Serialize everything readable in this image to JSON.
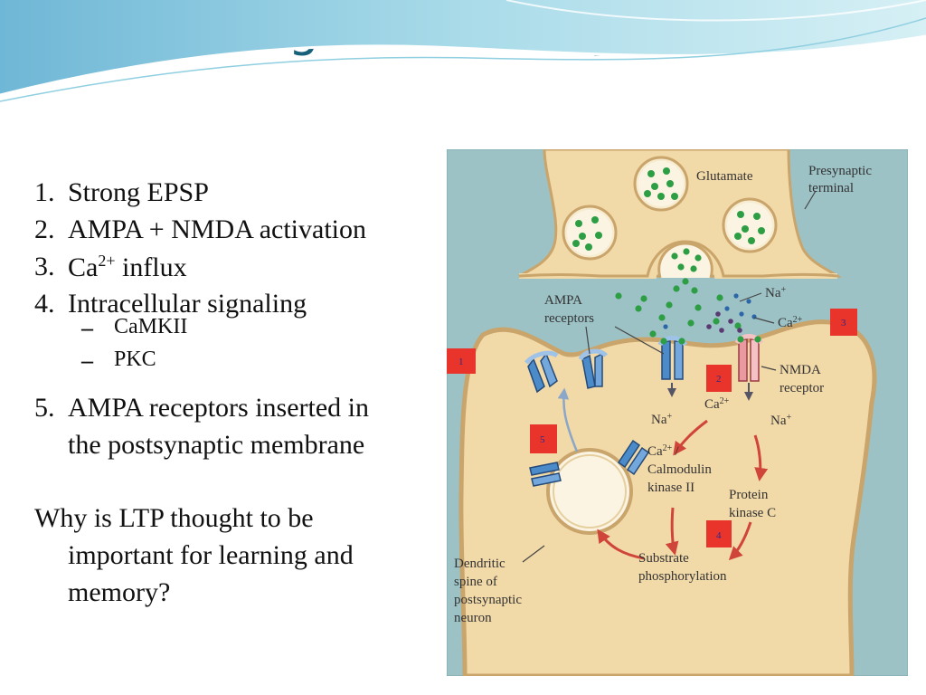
{
  "slide": {
    "title": "Dynamic Regulation of Synapses",
    "list": [
      {
        "num": "1.",
        "text": "Strong EPSP"
      },
      {
        "num": "2.",
        "text": "AMPA + NMDA activation"
      },
      {
        "num": "3.",
        "text_pre": "Ca",
        "sup": "2+",
        "text_post": " influx"
      },
      {
        "num": "4.",
        "text": "Intracellular signaling"
      }
    ],
    "sublist": [
      {
        "dash": "–",
        "text": "CaMKII"
      },
      {
        "dash": "–",
        "text": "PKC"
      }
    ],
    "item5": {
      "num": "5.",
      "line1": "AMPA receptors inserted in",
      "line2": "the postsynaptic membrane"
    },
    "question": {
      "line1": "Why is LTP thought to be",
      "line2": "important for learning and",
      "line3": "memory?"
    }
  },
  "diagram": {
    "labels": {
      "glutamate": "Glutamate",
      "presynaptic_1": "Presynaptic",
      "presynaptic_2": "terminal",
      "ampa_1": "AMPA",
      "ampa_2": "receptors",
      "na_top": "Na",
      "na_top_sup": "+",
      "ca_top": "Ca",
      "ca_top_sup": "2+",
      "nmda_1": "NMDA",
      "nmda_2": "receptor",
      "na_left": "Na",
      "na_left_sup": "+",
      "ca_mid": "Ca",
      "ca_mid_sup": "2+",
      "na_right": "Na",
      "na_right_sup": "+",
      "camk_1_pre": "Ca",
      "camk_1_sup": "2+",
      "camk_1_post": "/",
      "camk_2": "Calmodulin",
      "camk_3": "kinase II",
      "pkc_1": "Protein",
      "pkc_2": "kinase C",
      "sub_1": "Substrate",
      "sub_2": "phosphorylation",
      "dend_1": "Dendritic",
      "dend_2": "spine of",
      "dend_3": "postsynaptic",
      "dend_4": "neuron"
    },
    "steps": [
      "1",
      "2",
      "3",
      "4",
      "5"
    ],
    "colors": {
      "background": "#9cc2c6",
      "cell_fill": "#f2d9a8",
      "cell_stroke": "#c9a46b",
      "glutamate": "#2e9e45",
      "sodium": "#2b66a8",
      "calcium": "#5a3a72",
      "arrow": "#d0453a",
      "step_box": "#e8342a",
      "title": "#16607a"
    }
  }
}
